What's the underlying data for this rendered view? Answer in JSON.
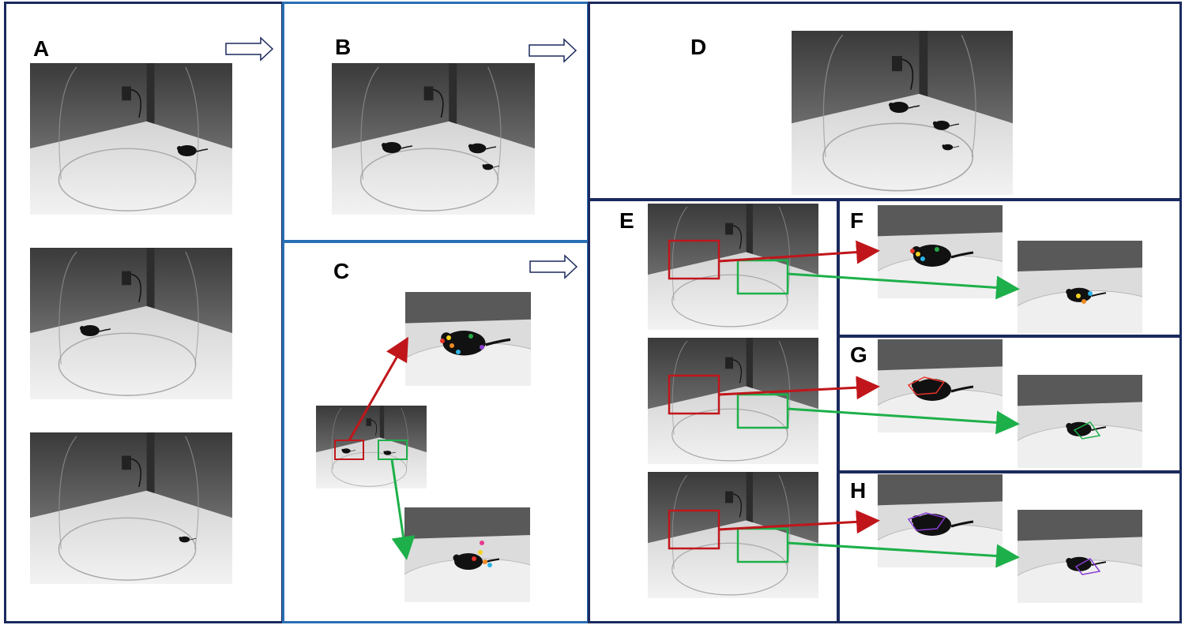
{
  "panels": {
    "A": {
      "label": "A"
    },
    "B": {
      "label": "B"
    },
    "C": {
      "label": "C"
    },
    "D": {
      "label": "D"
    },
    "E": {
      "label": "E"
    },
    "F": {
      "label": "F"
    },
    "G": {
      "label": "G"
    },
    "H": {
      "label": "H"
    }
  },
  "colors": {
    "panel_border_navy": "#1b2a5e",
    "panel_border_blue": "#2a6fb5",
    "red_box": "#c0161b",
    "green_box": "#1db04a",
    "flow_arrow_outline": "#1b2a5e"
  },
  "keypoint_colors": [
    "#e8352a",
    "#f7d21d",
    "#f08a24",
    "#2bb3e6",
    "#27a845",
    "#8b3fd1",
    "#e93a8f"
  ],
  "skeleton_colors": {
    "F": "keypoints",
    "G": "red-skeleton",
    "H": "purple-skeleton"
  }
}
